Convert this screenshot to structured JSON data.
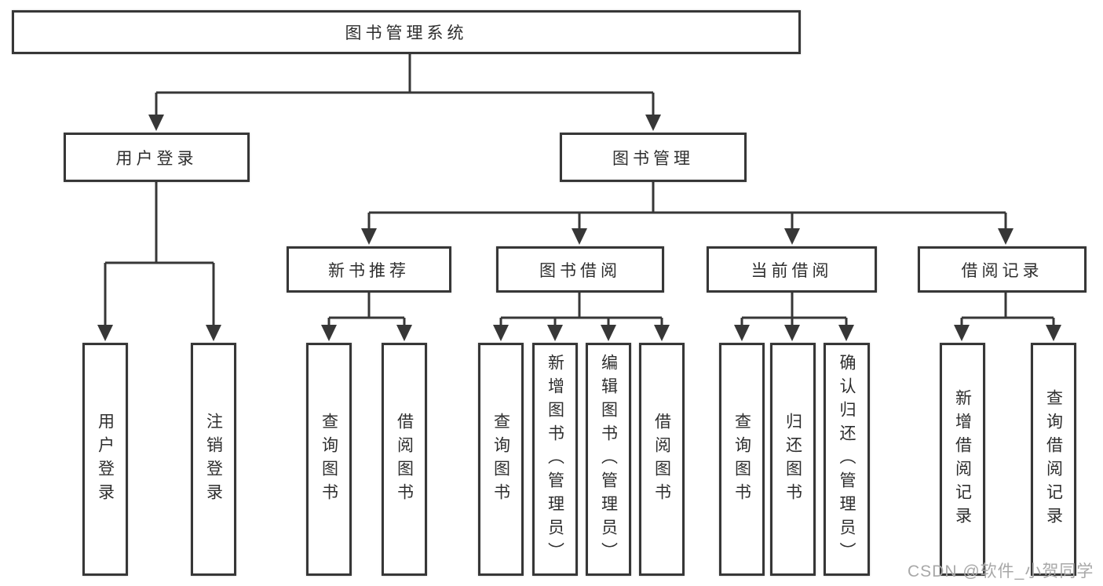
{
  "diagram_title": "图书管理系统",
  "nodes": {
    "root": {
      "label": "图书管理系统"
    },
    "level2": [
      {
        "label": "用户登录"
      },
      {
        "label": "图书管理"
      }
    ],
    "level3": [
      {
        "label": "新书推荐"
      },
      {
        "label": "图书借阅"
      },
      {
        "label": "当前借阅"
      },
      {
        "label": "借阅记录"
      }
    ],
    "leaves": {
      "user_login": [
        {
          "label": "用户登录"
        },
        {
          "label": "注销登录"
        }
      ],
      "new_book_recommend": [
        {
          "label": "查询图书"
        },
        {
          "label": "借阅图书"
        }
      ],
      "book_borrow": [
        {
          "label": "查询图书"
        },
        {
          "label": "新增图书（管理员）"
        },
        {
          "label": "编辑图书（管理员）"
        },
        {
          "label": "借阅图书"
        }
      ],
      "current_borrow": [
        {
          "label": "查询图书"
        },
        {
          "label": "归还图书"
        },
        {
          "label": "确认归还（管理员）"
        }
      ],
      "borrow_records": [
        {
          "label": "新增借阅记录"
        },
        {
          "label": "查询借阅记录"
        }
      ]
    }
  },
  "watermark": {
    "text": "CSDN @软件_小贺同学"
  },
  "colors": {
    "line": "#373737",
    "text": "#2e2e2e",
    "background": "#ffffff",
    "watermark": "#a8a8a8"
  }
}
